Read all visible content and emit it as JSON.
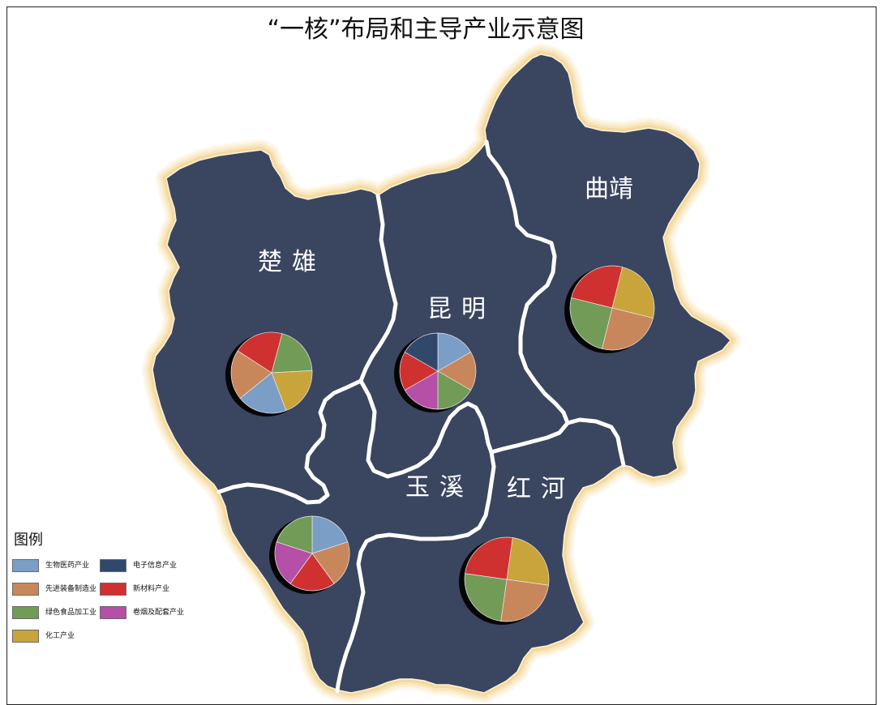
{
  "title": "“一核”布局和主导产业示意图",
  "map": {
    "fill_color": "#3a455f",
    "border_color": "#ffffff",
    "regions": [
      {
        "name": "楚雄",
        "pie": [
          {
            "industry": 4,
            "share": 0.2
          },
          {
            "industry": 6,
            "share": 0.2
          },
          {
            "industry": 0,
            "share": 0.2
          },
          {
            "industry": 2,
            "share": 0.2
          },
          {
            "industry": 3,
            "share": 0.2
          }
        ]
      },
      {
        "name": "昆明",
        "pie": [
          {
            "industry": 0,
            "share": 0.1667
          },
          {
            "industry": 2,
            "share": 0.1667
          },
          {
            "industry": 4,
            "share": 0.1667
          },
          {
            "industry": 5,
            "share": 0.1667
          },
          {
            "industry": 3,
            "share": 0.1667
          },
          {
            "industry": 1,
            "share": 0.1667
          }
        ]
      },
      {
        "name": "曲靖",
        "pie": [
          {
            "industry": 6,
            "share": 0.25
          },
          {
            "industry": 2,
            "share": 0.25
          },
          {
            "industry": 4,
            "share": 0.25
          },
          {
            "industry": 3,
            "share": 0.25
          }
        ]
      },
      {
        "name": "玉溪",
        "pie": [
          {
            "industry": 0,
            "share": 0.2
          },
          {
            "industry": 2,
            "share": 0.2
          },
          {
            "industry": 3,
            "share": 0.2
          },
          {
            "industry": 5,
            "share": 0.2
          },
          {
            "industry": 4,
            "share": 0.2
          }
        ]
      },
      {
        "name": "红河",
        "pie": [
          {
            "industry": 6,
            "share": 0.25
          },
          {
            "industry": 2,
            "share": 0.25
          },
          {
            "industry": 4,
            "share": 0.25
          },
          {
            "industry": 3,
            "share": 0.25
          }
        ]
      }
    ]
  },
  "legend": {
    "title": "图例",
    "items": [
      {
        "label": "生物医药产业",
        "color": "#7b9ec6"
      },
      {
        "label": "电子信息产业",
        "color": "#30496a"
      },
      {
        "label": "先进装备制造业",
        "color": "#c8875b"
      },
      {
        "label": "新材料产业",
        "color": "#cf3131"
      },
      {
        "label": "绿色食品加工业",
        "color": "#729b58"
      },
      {
        "label": "卷烟及配套产业",
        "color": "#b54fa7"
      },
      {
        "label": "化工产业",
        "color": "#c8a43a"
      }
    ]
  }
}
